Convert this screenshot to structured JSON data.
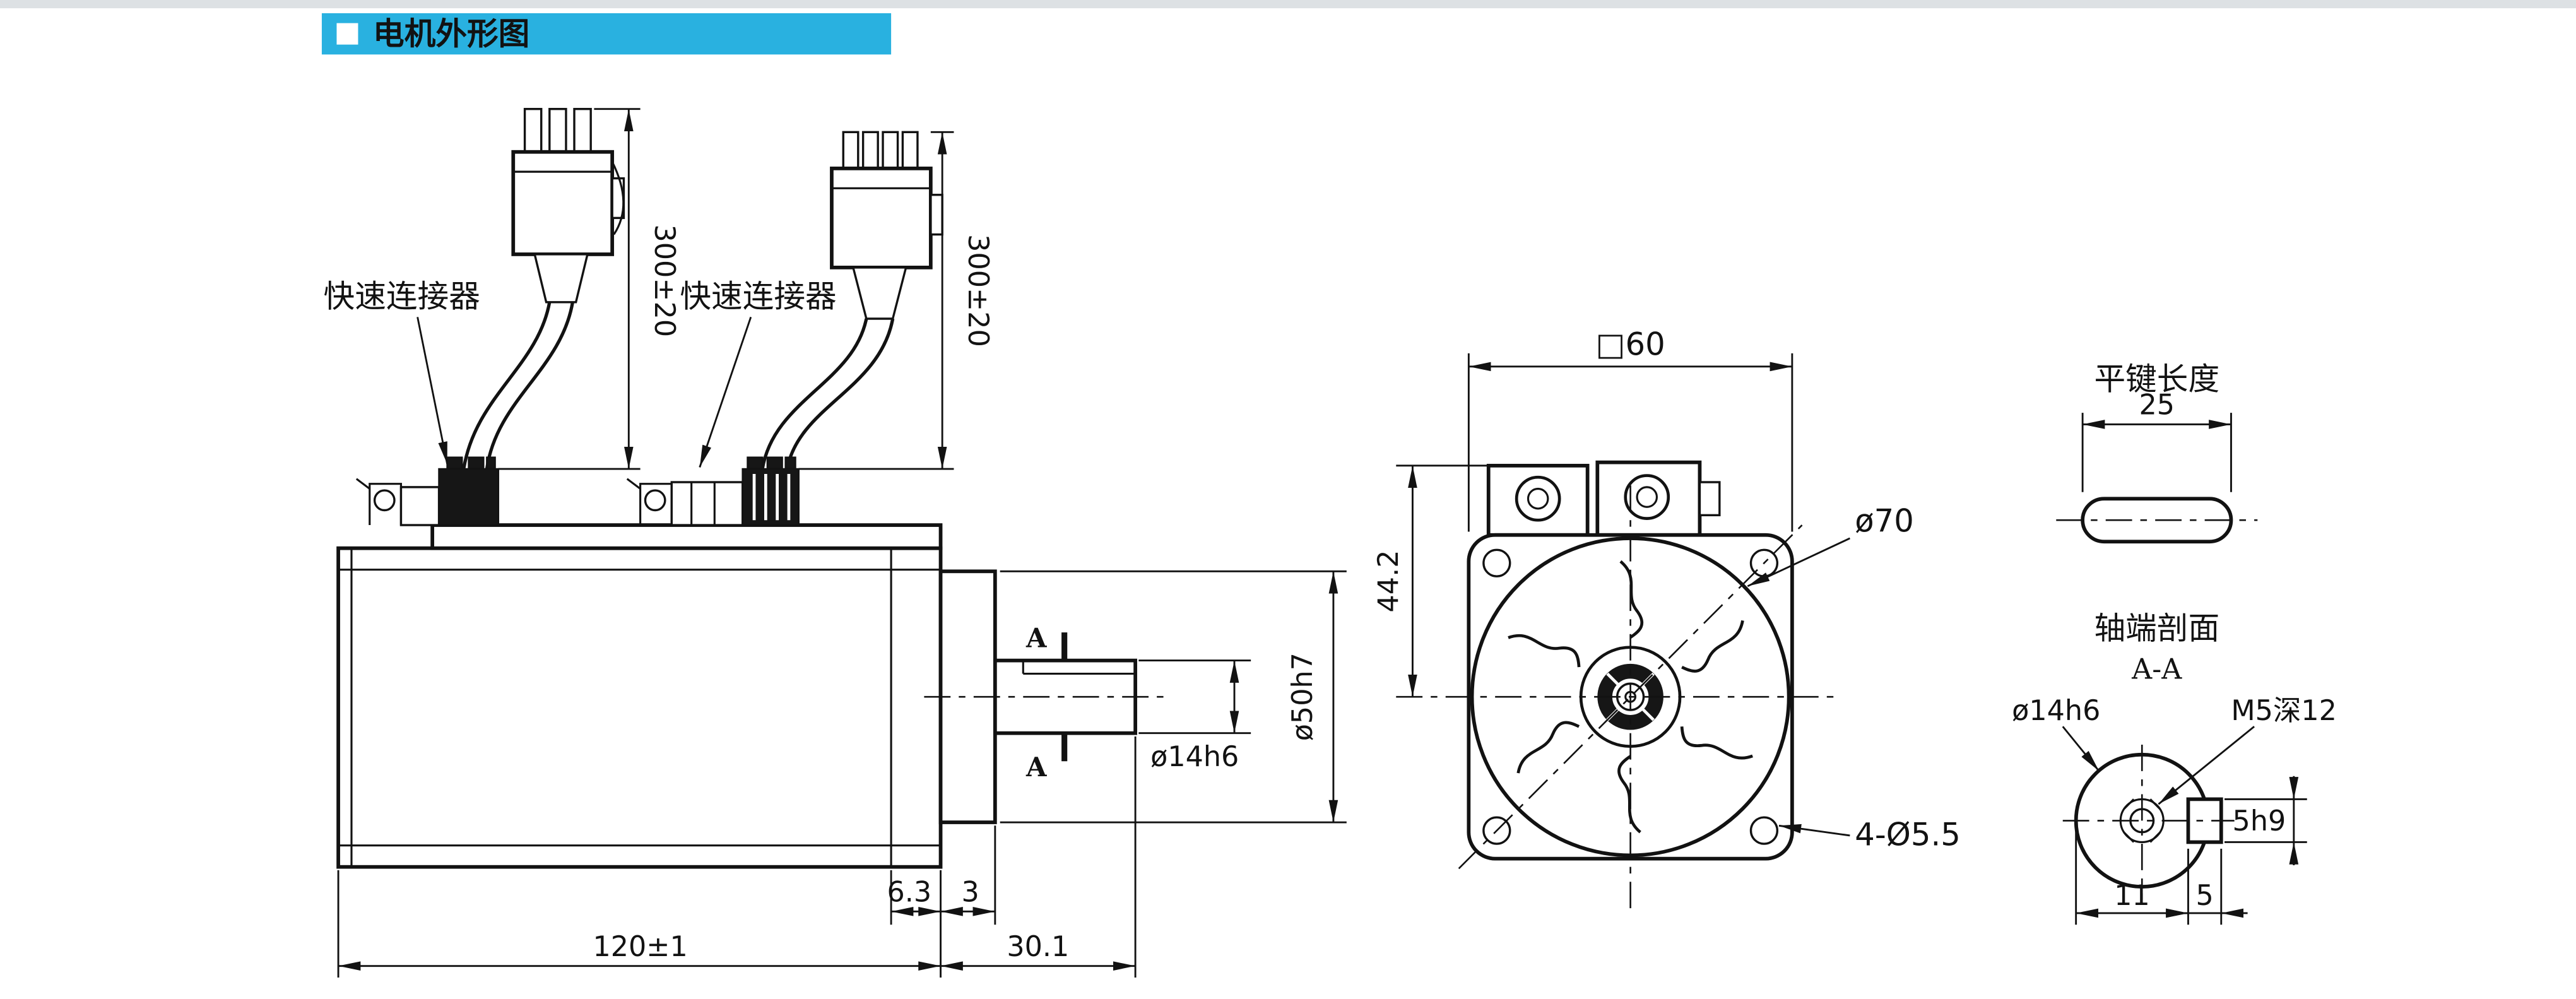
{
  "colors": {
    "accent": "#29b1e0",
    "line": "#121212"
  },
  "header": {
    "title": "电机外形图",
    "icon": "square-bullet-icon"
  },
  "side_view": {
    "connector_label_1": "快速连接器",
    "connector_label_2": "快速连接器",
    "cable_length_1": "300±20",
    "cable_length_2": "300±20",
    "section_letter": "A",
    "dim_shaft_dia": "ø14h6",
    "dim_pilot_dia": "ø50h7",
    "dim_front_step": "6.3",
    "dim_pilot_height": "3",
    "dim_body_length": "120±1",
    "dim_shaft_length": "30.1"
  },
  "front_view": {
    "dim_frame": "□60",
    "dim_height": "44.2",
    "dim_pilot_circle": "ø70",
    "dim_mount_holes": "4-Ø5.5"
  },
  "key_view": {
    "title": "平键长度",
    "dim_length": "25"
  },
  "section_view": {
    "title": "轴端剖面",
    "name": "A-A",
    "dim_shaft_dia": "ø14h6",
    "dim_tap": "M5深12",
    "dim_key_width": "5h9",
    "dim_11": "11",
    "dim_5": "5"
  }
}
